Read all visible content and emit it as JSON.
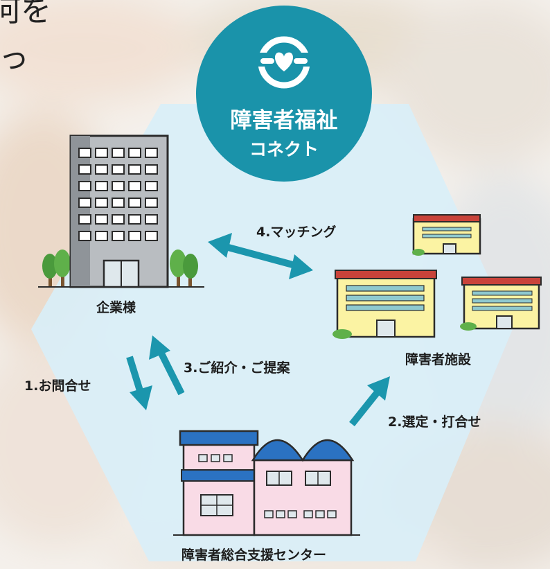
{
  "header": {
    "line1": "何を",
    "line2": "っ"
  },
  "logo": {
    "line1": "障害者福祉",
    "line2": "コネクト",
    "icon": "heart-connect-icon"
  },
  "nodes": {
    "company": "企業様",
    "facility": "障害者施設",
    "center": "障害者総合支援センター"
  },
  "steps": {
    "step1": "1.お問合せ",
    "step2": "2.選定・打合せ",
    "step3": "3.ご紹介・ご提案",
    "step4": "4.マッチング"
  },
  "colors": {
    "accent": "#1a93aa",
    "hexagon": "#d8eef8",
    "arrow": "#1b96ad",
    "building_gray": "#9ea3a7",
    "facility_wall": "#fbf3a3",
    "facility_roof": "#c9433a",
    "center_wall": "#f9dbe6",
    "center_roof": "#2b72c2"
  }
}
